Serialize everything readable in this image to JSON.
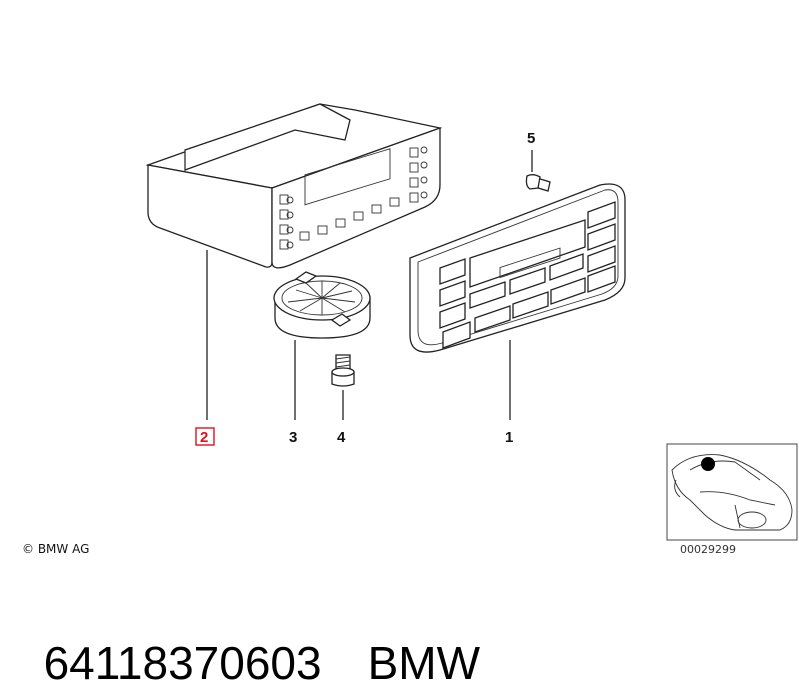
{
  "callouts": {
    "c1": "1",
    "c2": "2",
    "c3": "3",
    "c4": "4",
    "c5": "5"
  },
  "highlight_color": "#e0101e",
  "copyright": "© BMW AG",
  "inset_reference": "00029299",
  "footer": {
    "part_number": "64118370603",
    "brand": "BMW"
  }
}
